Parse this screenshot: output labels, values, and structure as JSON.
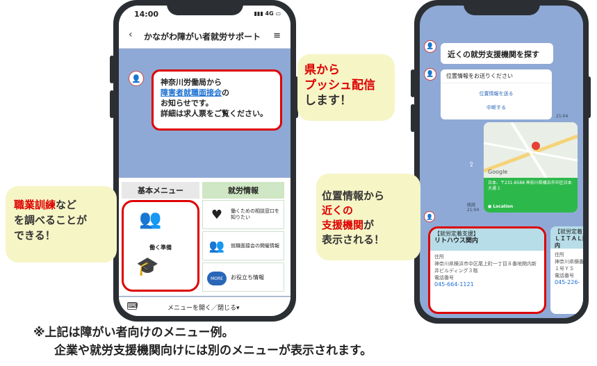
{
  "left_phone": {
    "status_time": "14:00",
    "status_signal": "4G",
    "chat_title": "かながわ障がい者就労サポート",
    "message": {
      "line1": "神奈川労働局から",
      "link": "障害者就職面接会",
      "link_suffix": "の",
      "line3": "お知らせです。",
      "line4": "詳細は求人票をご覧ください。"
    },
    "menu": {
      "tab_basic": "基本メニュー",
      "tab_job": "就労情報",
      "prep_label": "働く準備",
      "items": [
        {
          "label": "働くための相談窓口を知りたい"
        },
        {
          "label": "就職面接会の開催情報"
        },
        {
          "label": "お役立ち情報",
          "badge": "MORE"
        }
      ]
    },
    "bottom_bar": "メニューを開く／閉じる▾"
  },
  "right_phone": {
    "title_message": "近くの就労支援機関を探す",
    "location_request": "位置情報をお送りください",
    "send_location": "位置情報を送る",
    "cancel": "中断する",
    "time1": "21:04",
    "time2": "既読\n21:04",
    "map_label_google": "Google",
    "map_address": "日本、〒231-8588 神奈川県横浜市中区日本大通 1",
    "location_label": "Location",
    "card1": {
      "tag": "【就労定着支援】",
      "name": "リトハウス関内",
      "address_label": "住所",
      "address": "神奈川県横浜市中区尾上町一丁目８番地関内新井ビルディング３階",
      "phone_label": "電話番号",
      "phone": "045-664-1121"
    },
    "card2": {
      "tag": "【就労定着支",
      "name": "ＬＩＴＡＬ関内",
      "address_label": "住所",
      "address": "神奈川県横番１号ＹＳ",
      "phone_label": "電話番号",
      "phone": "045-226-"
    }
  },
  "callouts": {
    "push_line1": "県から",
    "push_line2": "プッシュ配信",
    "push_line3": "します！",
    "train_red": "職業訓練",
    "train_rest1": "など",
    "train_line2": "を調べることが",
    "train_line3": "できる！",
    "loc_line1": "位置情報から",
    "loc_red1": "近くの",
    "loc_red2": "支援機関",
    "loc_suffix": "が",
    "loc_line4": "表示される！"
  },
  "note": {
    "line1": "※上記は障がい者向けのメニュー例。",
    "line2": "企業や就労支援機関向けには別のメニューが表示されます。"
  },
  "colors": {
    "accent_red": "#d00000",
    "callout_bg": "#f6f5c6",
    "chat_bg": "#8fa9d6"
  }
}
